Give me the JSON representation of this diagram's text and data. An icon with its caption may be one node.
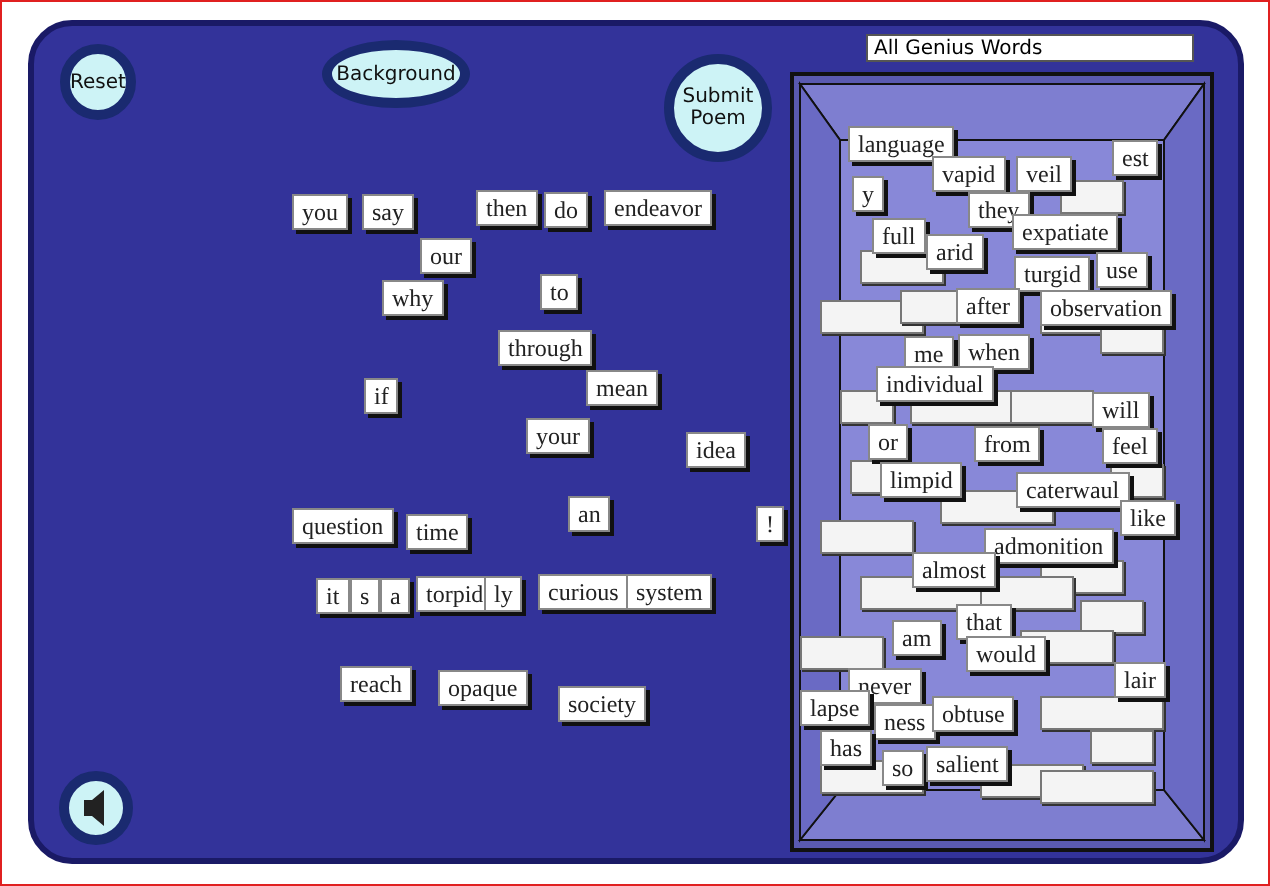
{
  "diagram": {
    "labels": [
      "Reset",
      "Background",
      "Submit Poem",
      "All Genius Words",
      "you",
      "say",
      "then",
      "do",
      "endeavor",
      "our",
      "why",
      "to",
      "through",
      "if",
      "mean",
      "your",
      "idea",
      "question",
      "time",
      "an",
      "!",
      "it",
      "s",
      "a",
      "torpid",
      "ly",
      "curious",
      "system",
      "reach",
      "opaque",
      "society",
      "language",
      "vapid",
      "veil",
      "est",
      "y",
      "full",
      "they",
      "expatiate",
      "arid",
      "turgid",
      "after",
      "use",
      "observation",
      "me",
      "when",
      "individual",
      "will",
      "or",
      "from",
      "feel",
      "limpid",
      "caterwaul",
      "like",
      "admonition",
      "almost",
      "that",
      "am",
      "would",
      "lair",
      "never",
      "lapse",
      "ness",
      "obtuse",
      "has",
      "so",
      "salient"
    ]
  }
}
